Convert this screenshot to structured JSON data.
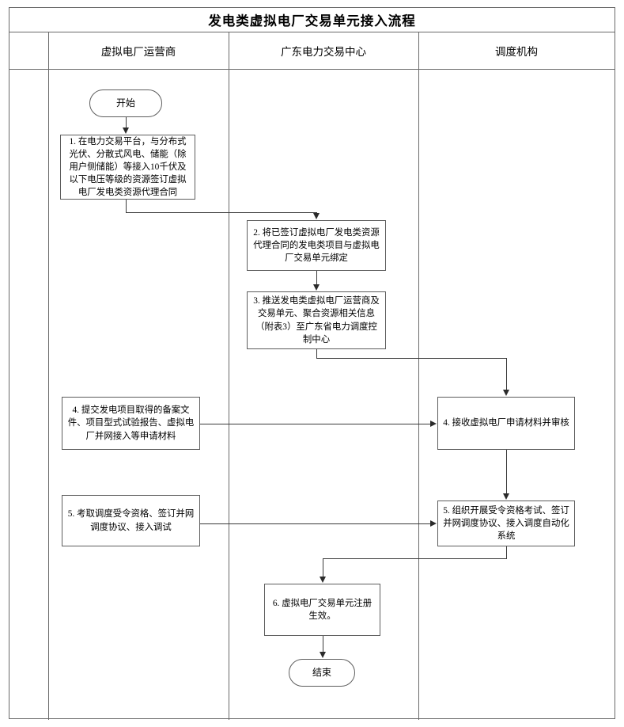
{
  "diagram": {
    "title": "发电类虚拟电厂交易单元接入流程",
    "lanes": [
      {
        "id": "lane-spacer",
        "label": ""
      },
      {
        "id": "lane-vpp-operator",
        "label": "虚拟电厂运营商"
      },
      {
        "id": "lane-gd-power-exchange",
        "label": "广东电力交易中心"
      },
      {
        "id": "lane-dispatch-agency",
        "label": "调度机构"
      }
    ],
    "nodes": {
      "start": {
        "label": "开始",
        "type": "terminal",
        "lane": "虚拟电厂运营商"
      },
      "step1": {
        "label": "1. 在电力交易平台，与分布式光伏、分散式风电、储能（除用户侧储能）等接入10千伏及以下电压等级的资源签订虚拟电厂发电类资源代理合同",
        "type": "process",
        "lane": "虚拟电厂运营商"
      },
      "step2": {
        "label": "2. 将已签订虚拟电厂发电类资源代理合同的发电类项目与虚拟电厂交易单元绑定",
        "type": "process",
        "lane": "广东电力交易中心"
      },
      "step3": {
        "label": "3. 推送发电类虚拟电厂运营商及交易单元、聚合资源相关信息（附表3）至广东省电力调度控制中心",
        "type": "process",
        "lane": "广东电力交易中心"
      },
      "step4_left": {
        "label": "4. 提交发电项目取得的备案文件、项目型式试验报告、虚拟电厂并网接入等申请材料",
        "type": "process",
        "lane": "虚拟电厂运营商"
      },
      "step4_right": {
        "label": "4. 接收虚拟电厂申请材料并审核",
        "type": "process",
        "lane": "调度机构"
      },
      "step5_left": {
        "label": "5. 考取调度受令资格、签订并网调度协议、接入调试",
        "type": "process",
        "lane": "虚拟电厂运营商"
      },
      "step5_right": {
        "label": "5. 组织开展受令资格考试、签订并网调度协议、接入调度自动化系统",
        "type": "process",
        "lane": "调度机构"
      },
      "step6": {
        "label": "6. 虚拟电厂交易单元注册生效。",
        "type": "process",
        "lane": "广东电力交易中心"
      },
      "end": {
        "label": "结束",
        "type": "terminal",
        "lane": "广东电力交易中心"
      }
    },
    "edges": [
      {
        "from": "start",
        "to": "step1",
        "routing": "vertical"
      },
      {
        "from": "step1",
        "to": "step2",
        "routing": "down-right-down"
      },
      {
        "from": "step2",
        "to": "step3",
        "routing": "vertical"
      },
      {
        "from": "step3",
        "to": "step4_right",
        "routing": "down-right-down"
      },
      {
        "from": "step4_left",
        "to": "step4_right",
        "routing": "horizontal"
      },
      {
        "from": "step4_right",
        "to": "step5_right",
        "routing": "vertical"
      },
      {
        "from": "step5_left",
        "to": "step5_right",
        "routing": "horizontal"
      },
      {
        "from": "step5_right",
        "to": "step6",
        "routing": "down-left-down"
      },
      {
        "from": "step6",
        "to": "end",
        "routing": "vertical"
      }
    ],
    "colors": {
      "border": "#6a6a6a",
      "node_border": "#5d5d5d",
      "connector": "#3a3a3a",
      "background": "#ffffff",
      "text": "#000000"
    }
  }
}
